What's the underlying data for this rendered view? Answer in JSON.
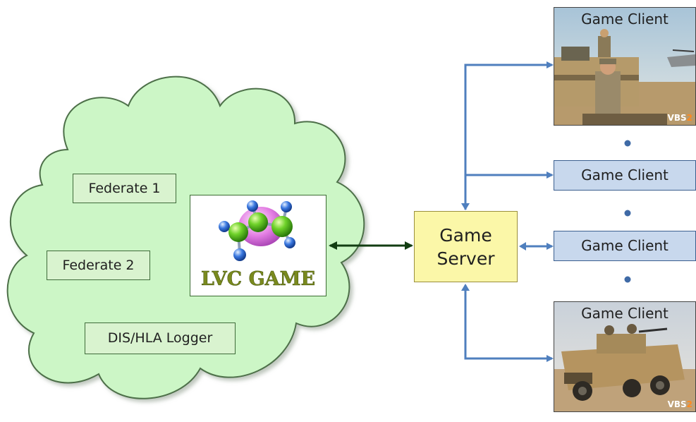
{
  "federates": {
    "federate1": "Federate 1",
    "federate2": "Federate 2",
    "logger": "DIS/HLA Logger"
  },
  "lvc_logo": {
    "text": "LVC GAME"
  },
  "server": {
    "line1": "Game",
    "line2": "Server"
  },
  "clients": [
    {
      "label": "Game Client",
      "kind": "screenshot",
      "watermark_a": "VBS",
      "watermark_b": "2"
    },
    {
      "label": "Game Client",
      "kind": "box"
    },
    {
      "label": "Game Client",
      "kind": "box"
    },
    {
      "label": "Game Client",
      "kind": "screenshot",
      "watermark_a": "VBS",
      "watermark_b": "2"
    }
  ],
  "colors": {
    "cloud_fill": "#ccf6c6",
    "cloud_stroke": "#4d6f48",
    "server_fill": "#fbf7a8",
    "client_fill": "#c8d8ed",
    "arrow_blue": "#4f7fbe",
    "arrow_green": "#123d12",
    "dot_blue": "#3f6aa6"
  }
}
